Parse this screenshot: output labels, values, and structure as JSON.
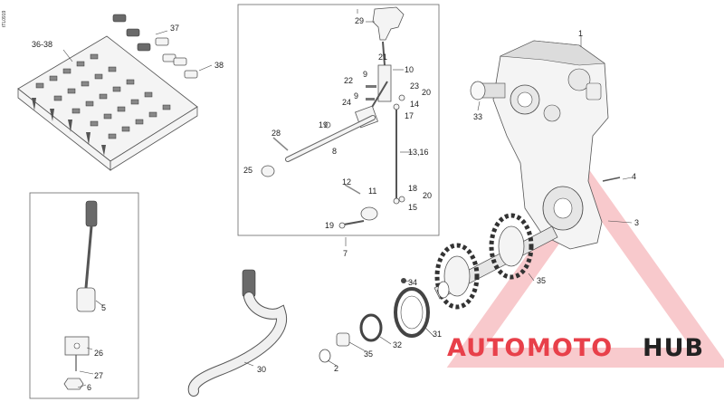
{
  "side_code": "tTL0919",
  "labels": {
    "l1": "1",
    "l2": "2",
    "l3": "3",
    "l4": "4",
    "l5": "5",
    "l6": "6",
    "l7": "7",
    "l8": "8",
    "l9a": "9",
    "l9b": "9",
    "l10": "10",
    "l11": "11",
    "l12": "12",
    "l13_16": "13,16",
    "l14": "14",
    "l15": "15",
    "l17": "17",
    "l18": "18",
    "l19a": "19",
    "l19b": "19",
    "l20a": "20",
    "l20b": "20",
    "l21": "21",
    "l22": "22",
    "l23": "23",
    "l24": "24",
    "l25": "25",
    "l26": "26",
    "l27": "27",
    "l28": "28",
    "l29": "29",
    "l30": "30",
    "l31": "31",
    "l32": "32",
    "l33": "33",
    "l34": "34",
    "l35a": "35",
    "l35b": "35",
    "l36_38": "36-38",
    "l37": "37",
    "l38": "38"
  },
  "watermark": {
    "part1": "AUTO",
    "part2": "MOTO",
    "part3": "HUB"
  },
  "colors": {
    "watermark_red": "#e8404a",
    "watermark_dark": "#222222",
    "watermark_pale": "#f6b8bc"
  }
}
